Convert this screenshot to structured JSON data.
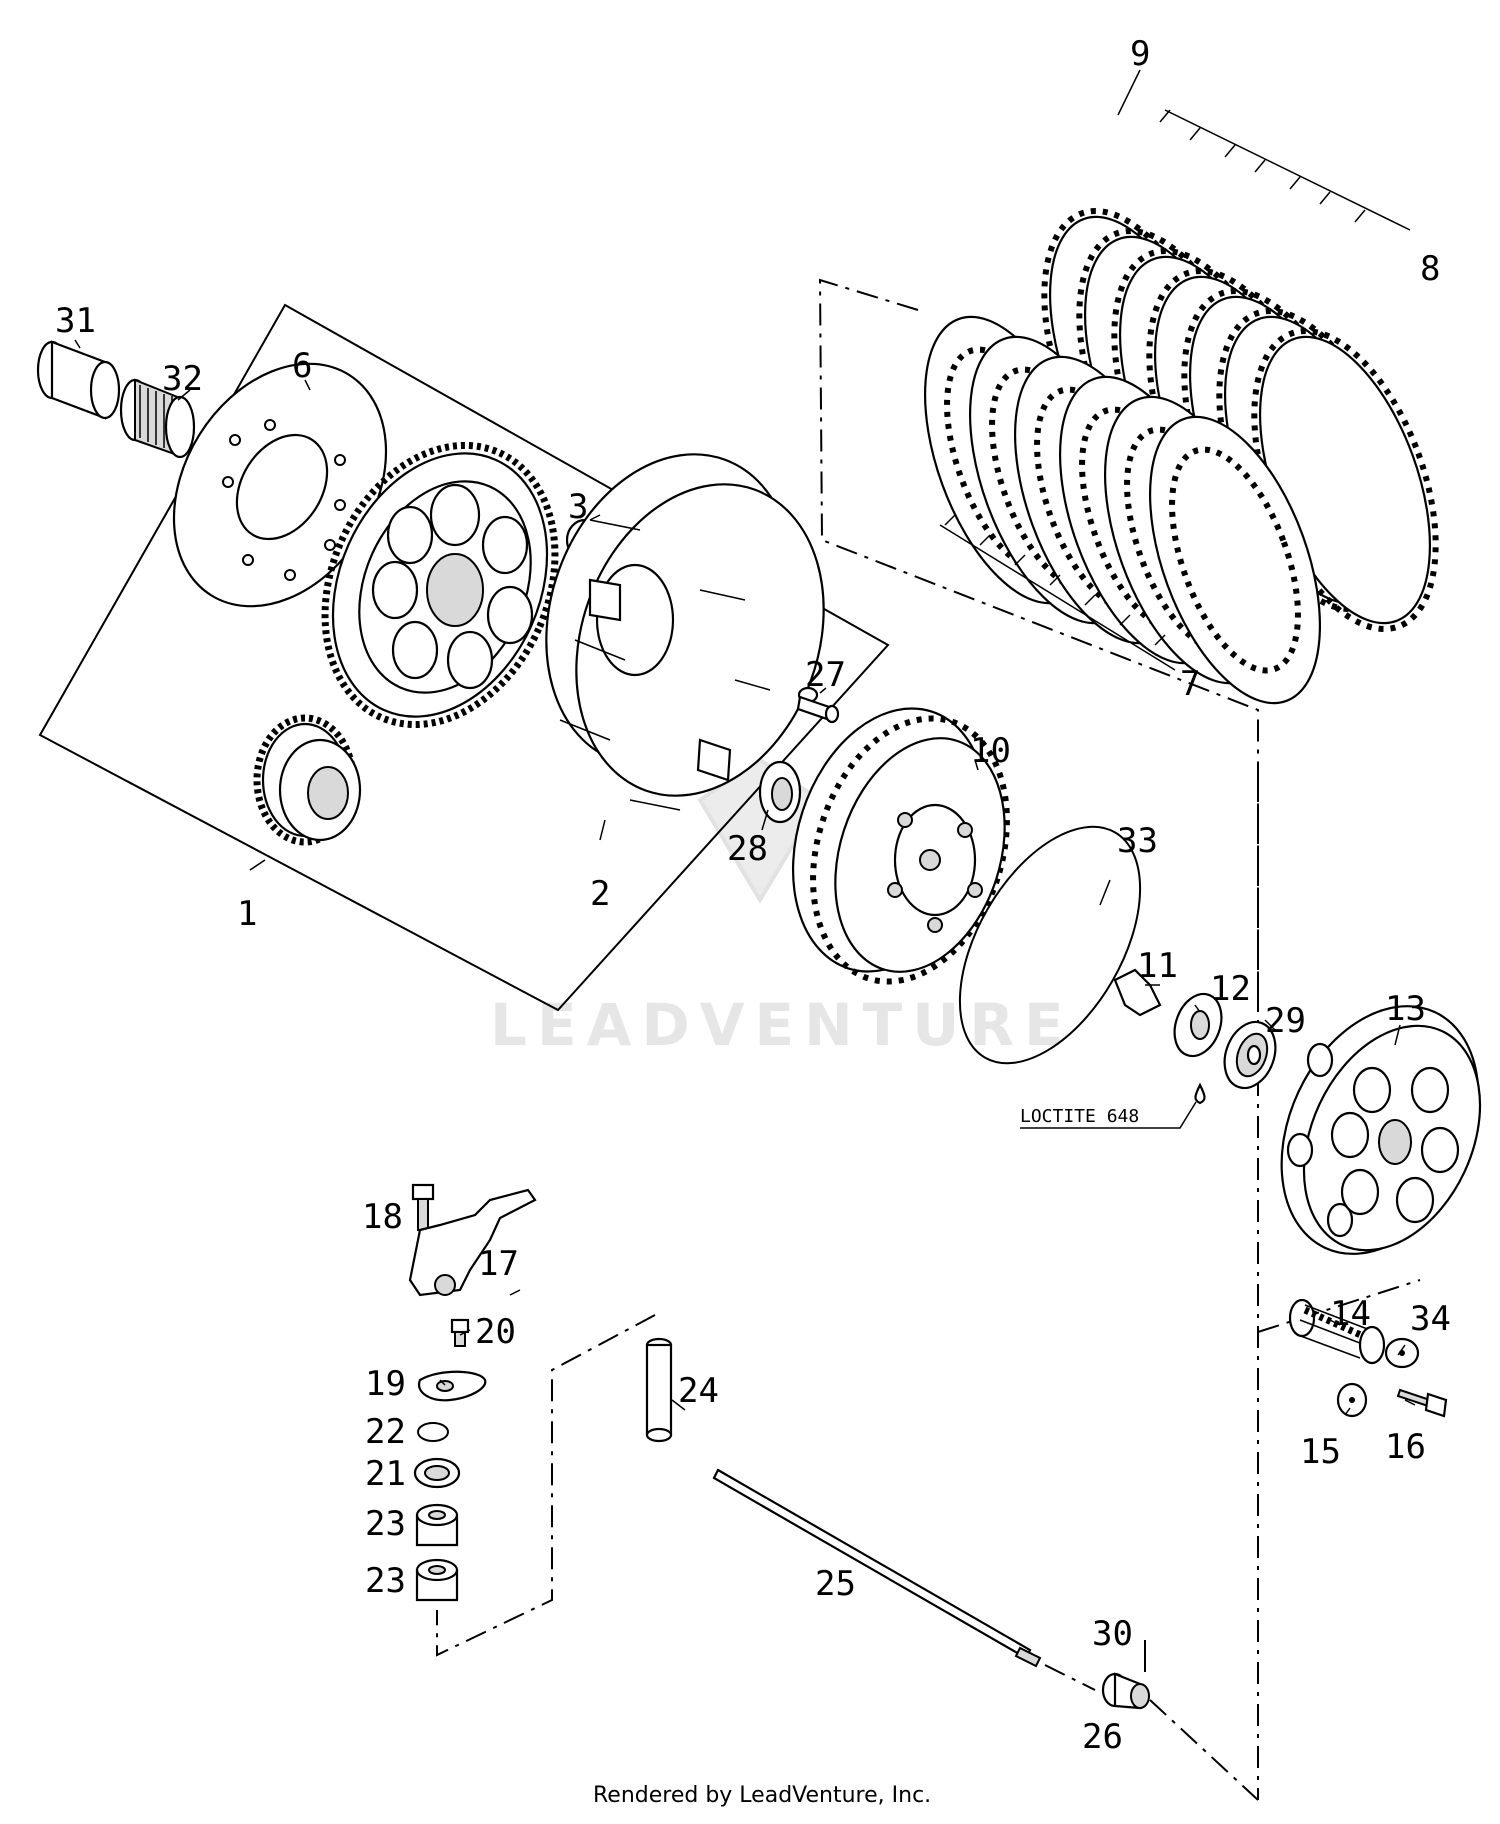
{
  "callouts": {
    "p1": "1",
    "p2": "2",
    "p3": "3",
    "p6": "6",
    "p7": "7",
    "p8": "8",
    "p9": "9",
    "p10": "10",
    "p11": "11",
    "p12": "12",
    "p13": "13",
    "p14": "14",
    "p15": "15",
    "p16": "16",
    "p17": "17",
    "p18": "18",
    "p19": "19",
    "p20": "20",
    "p21": "21",
    "p22": "22",
    "p23a": "23",
    "p23b": "23",
    "p24": "24",
    "p25": "25",
    "p26": "26",
    "p27": "27",
    "p28": "28",
    "p29": "29",
    "p30": "30",
    "p31": "31",
    "p32": "32",
    "p33": "33",
    "p34": "34"
  },
  "note": "LOCTITE 648",
  "watermark": "LEADVENTURE",
  "footer": "Rendered by LeadVenture, Inc."
}
